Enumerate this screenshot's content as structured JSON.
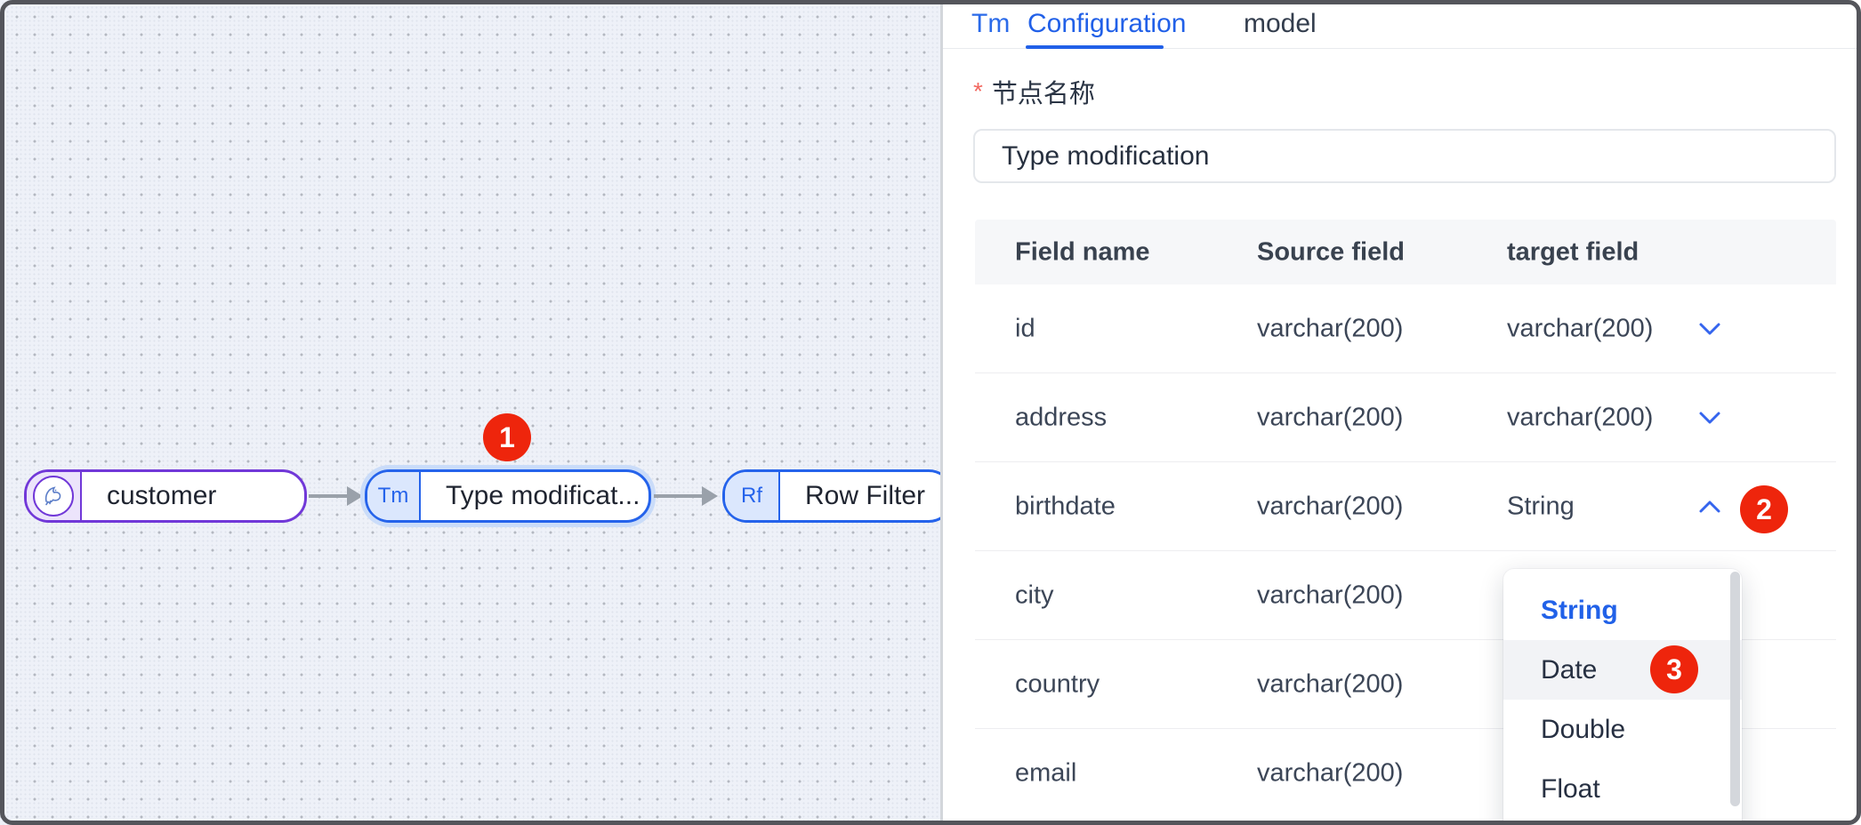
{
  "canvas": {
    "nodes": [
      {
        "id": "customer",
        "label": "customer",
        "icon": "mysql-dolphin-icon"
      },
      {
        "id": "type-modification",
        "label": "Type modificat...",
        "abbr": "Tm",
        "selected": true
      },
      {
        "id": "row-filter",
        "label": "Row Filter",
        "abbr": "Rf"
      }
    ]
  },
  "annotations": {
    "step1": "1",
    "step2": "2",
    "step3": "3"
  },
  "panel": {
    "tabs": [
      {
        "label": "Tm"
      },
      {
        "label": "Configuration",
        "active": true
      },
      {
        "label": "model"
      }
    ],
    "node_name": {
      "required_mark": "*",
      "label": "节点名称",
      "value": "Type modification"
    },
    "table": {
      "columns": [
        "Field name",
        "Source field",
        "target field"
      ],
      "rows": [
        {
          "field": "id",
          "source": "varchar(200)",
          "target": "varchar(200)",
          "state": "collapsed"
        },
        {
          "field": "address",
          "source": "varchar(200)",
          "target": "varchar(200)",
          "state": "collapsed"
        },
        {
          "field": "birthdate",
          "source": "varchar(200)",
          "target": "String",
          "state": "expanded"
        },
        {
          "field": "city",
          "source": "varchar(200)"
        },
        {
          "field": "country",
          "source": "varchar(200)"
        },
        {
          "field": "email",
          "source": "varchar(200)"
        }
      ]
    },
    "type_dropdown": {
      "options": [
        {
          "label": "String",
          "selected": true
        },
        {
          "label": "Date",
          "hovered": true
        },
        {
          "label": "Double"
        },
        {
          "label": "Float"
        }
      ]
    }
  },
  "colors": {
    "accent_blue": "#2563eb",
    "node_purple": "#7138d8",
    "badge_red": "#ee250c",
    "canvas_bg": "#eef1f8",
    "edge_gray": "#9aa1aa"
  }
}
